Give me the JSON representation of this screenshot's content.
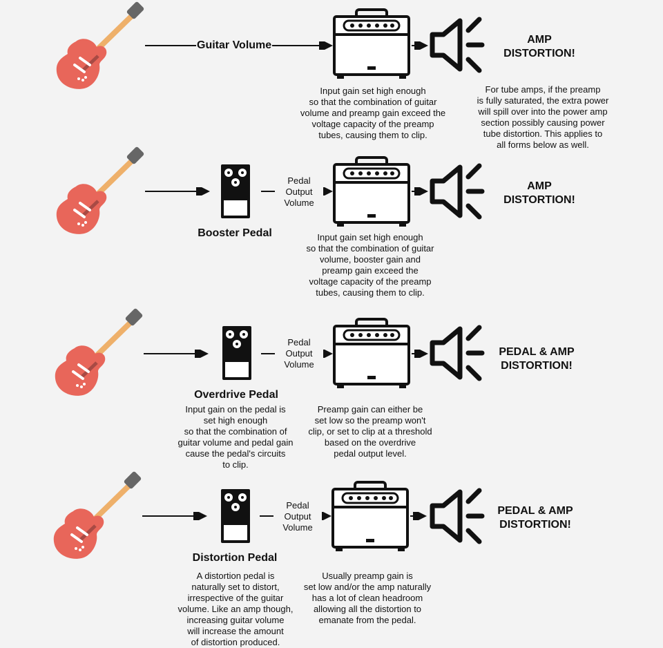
{
  "rows": [
    {
      "chain_label": "Guitar Volume",
      "result": "AMP\nDISTORTION!",
      "amp_desc": "Input gain set high enough\nso that the combination of guitar\nvolume and preamp gain exceed the\nvoltage capacity of the preamp\ntubes, causing them to clip.",
      "speaker_desc": "For tube amps, if the preamp\nis fully saturated, the extra power\nwill spill over into  the power amp\nsection possibly causing power\ntube distortion. This applies to\nall forms below as well."
    },
    {
      "pedal_label": "Booster Pedal",
      "output_label": "Pedal\nOutput\nVolume",
      "result": "AMP\nDISTORTION!",
      "amp_desc": "Input gain set high enough\nso that the combination of guitar\nvolume, booster gain and\npreamp gain exceed the\nvoltage capacity of the preamp\ntubes, causing them to clip."
    },
    {
      "pedal_label": "Overdrive Pedal",
      "output_label": "Pedal\nOutput\nVolume",
      "result": "PEDAL & AMP\nDISTORTION!",
      "pedal_desc": "Input gain on the pedal is\nset high enough\nso that the combination of\nguitar volume and pedal gain\ncause the pedal's circuits\nto clip.",
      "amp_desc": "Preamp gain can either be\nset low so the preamp won't\nclip, or set to clip at a threshold\nbased on the overdrive\npedal output level."
    },
    {
      "pedal_label": "Distortion Pedal",
      "output_label": "Pedal\nOutput\nVolume",
      "result": "PEDAL & AMP\nDISTORTION!",
      "pedal_desc": "A distortion pedal is\nnaturally set to distort,\nirrespective of the guitar\nvolume. Like an amp though,\nincreasing guitar volume\nwill increase the amount\nof distortion produced.",
      "amp_desc": "Usually preamp gain is\nset low and/or the amp naturally\nhas a lot of clean headroom\nallowing all the distortion to\nemanate from the pedal."
    }
  ],
  "icons": {
    "guitar": "guitar-icon",
    "amp": "amplifier-icon",
    "speaker": "speaker-loud-icon",
    "pedal": "effects-pedal-icon",
    "arrow": "arrow-right-icon"
  },
  "colors": {
    "guitar_body": "#e8665a",
    "guitar_neck": "#eeb06a",
    "guitar_head": "#666666",
    "background": "#f3f3f3"
  }
}
